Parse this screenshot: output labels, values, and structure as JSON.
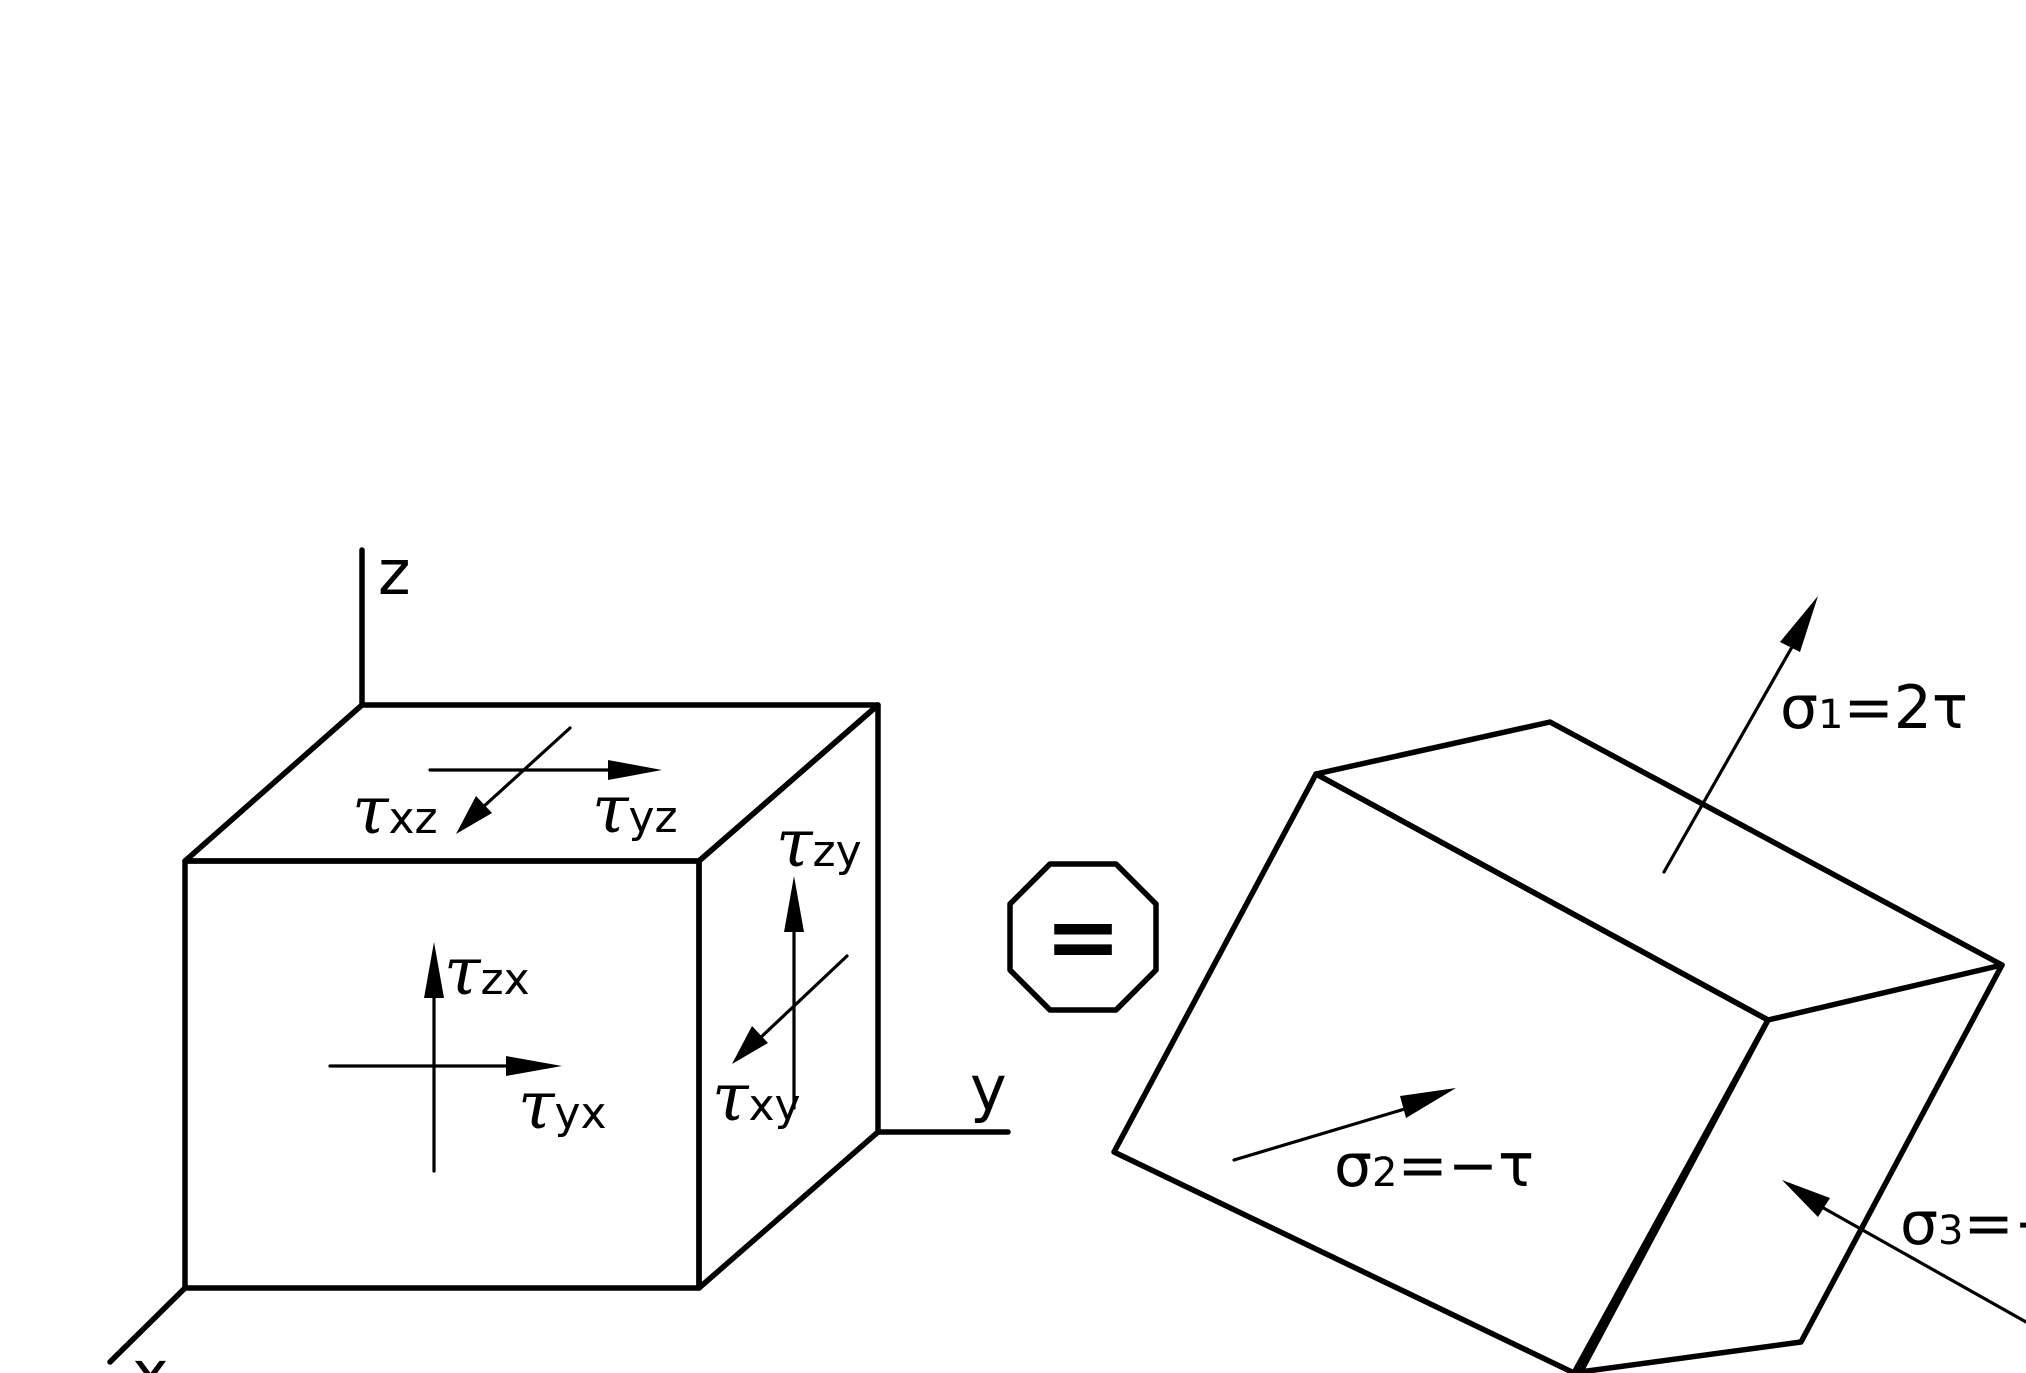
{
  "axes": {
    "z": "z",
    "y": "y",
    "x": "x"
  },
  "shear_labels": {
    "xz": {
      "symbol": "τ",
      "sub": "xz"
    },
    "yz": {
      "symbol": "τ",
      "sub": "yz"
    },
    "zy": {
      "symbol": "τ",
      "sub": "zy"
    },
    "zx": {
      "symbol": "τ",
      "sub": "zx"
    },
    "yx": {
      "symbol": "τ",
      "sub": "yx"
    },
    "xy": {
      "symbol": "τ",
      "sub": "xy"
    }
  },
  "equals": "=",
  "principal_labels": {
    "s1": {
      "symbol": "σ",
      "sub": "1",
      "rest": "=2τ"
    },
    "s2": {
      "symbol": "σ",
      "sub": "2",
      "rest": "=−τ"
    },
    "s3": {
      "symbol": "σ",
      "sub": "3",
      "rest": "=−"
    }
  }
}
